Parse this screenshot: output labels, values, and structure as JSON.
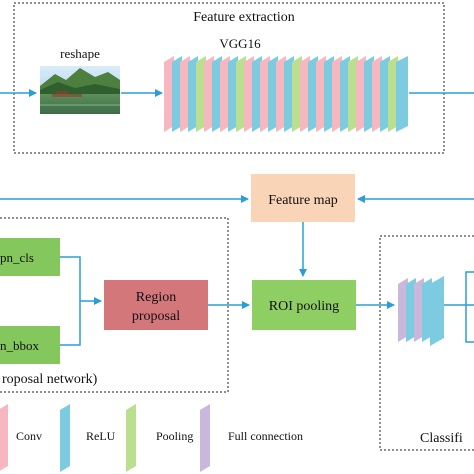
{
  "colors": {
    "arrow": "#2a9fd6",
    "conv": "#f6b7c1",
    "relu": "#7ccbe0",
    "pooling": "#b9df8f",
    "full_connection": "#c9b7dc",
    "feature_map_box": "#fad4b6",
    "rpn_box": "#84c75d",
    "region_proposal_box": "#d4777b",
    "roi_pooling_box": "#8fce62",
    "dashed_border": "#222222"
  },
  "feature_extraction": {
    "title": "Feature extraction",
    "reshape_label": "reshape",
    "vgg_label": "VGG16"
  },
  "feature_map": {
    "label": "Feature map"
  },
  "rpn": {
    "cls_label": "pn_cls",
    "bbox_label": "n_bbox",
    "region_proposal_line1": "Region",
    "region_proposal_line2": "proposal",
    "section_label": "roposal network)"
  },
  "roi_pooling": {
    "label": "ROI pooling"
  },
  "classifier": {
    "label": "Classifi"
  },
  "legend": {
    "conv": "Conv",
    "relu": "ReLU",
    "pooling": "Pooling",
    "full_connection": "Full connection"
  },
  "icons": {
    "reshape_image": "lake-photo-icon"
  }
}
